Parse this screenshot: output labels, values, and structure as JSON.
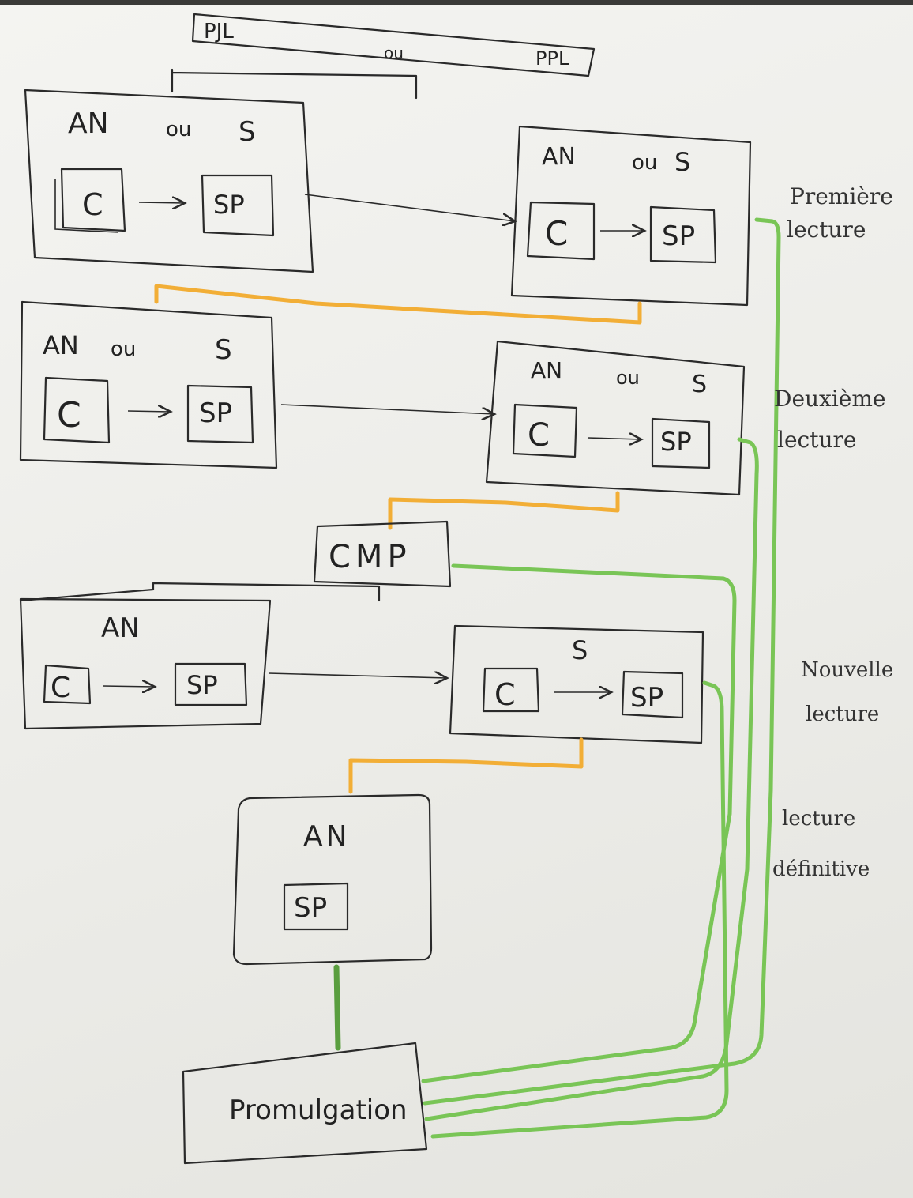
{
  "top": {
    "left_label": "PJL",
    "connector": "ou",
    "right_label": "PPL"
  },
  "labels": {
    "an": "AN",
    "ou": "ou",
    "s": "S",
    "c": "C",
    "sp": "SP",
    "cmp": "CMP",
    "promulgation": "Promulgation"
  },
  "side_labels": {
    "premiere": [
      "Première",
      "lecture"
    ],
    "deuxieme": [
      "Deuxième",
      "lecture"
    ],
    "nouvelle": [
      "Nouvelle",
      "lecture"
    ],
    "definitive": [
      "lecture",
      "définitive"
    ]
  },
  "colors": {
    "ink": "#2a2a2a",
    "orange": "#f2ae36",
    "green": "#79c556",
    "paper": "#f0f0ec"
  }
}
